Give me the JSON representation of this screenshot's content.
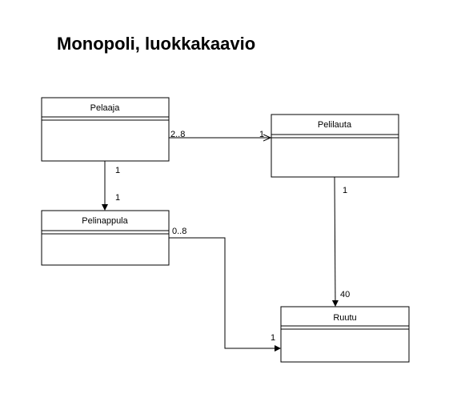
{
  "diagram": {
    "title": "Monopoli, luokkakaavio",
    "classes": {
      "pelaaja": {
        "name": "Pelaaja"
      },
      "pelilauta": {
        "name": "Pelilauta"
      },
      "pelinappula": {
        "name": "Pelinappula"
      },
      "ruutu": {
        "name": "Ruutu"
      }
    },
    "associations": {
      "pelaaja_pelilauta": {
        "source_multiplicity": "2..8",
        "target_multiplicity": "1"
      },
      "pelaaja_pelinappula": {
        "source_multiplicity": "1",
        "target_multiplicity": "1"
      },
      "pelilauta_ruutu": {
        "source_multiplicity": "1",
        "target_multiplicity": "40"
      },
      "pelinappula_ruutu": {
        "source_multiplicity": "0..8",
        "target_multiplicity": "1"
      }
    },
    "colors": {
      "stroke": "#000000",
      "fill": "#ffffff",
      "text": "#000000"
    }
  }
}
